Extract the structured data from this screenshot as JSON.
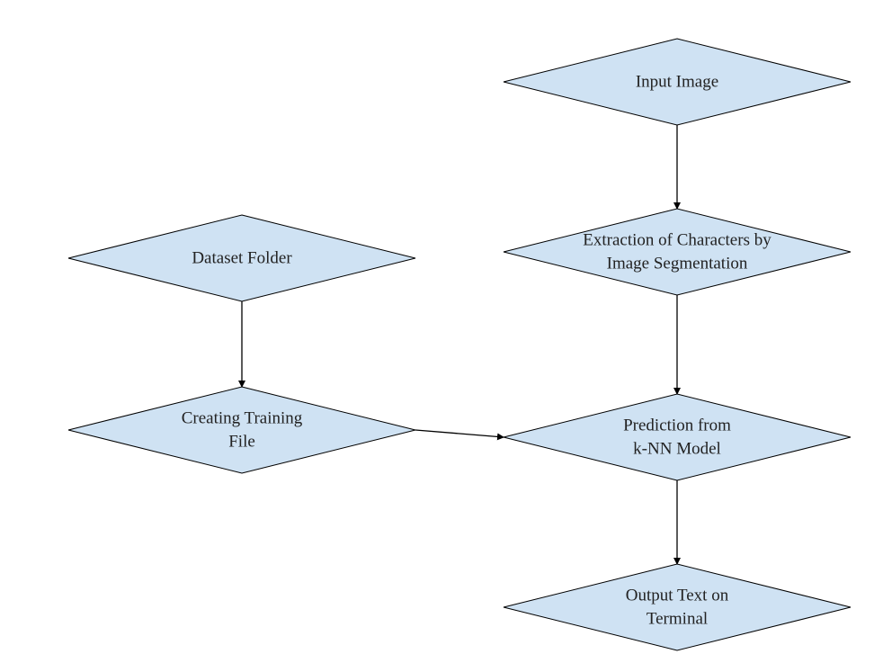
{
  "diagram": {
    "nodes": [
      {
        "id": "input-image",
        "lines": [
          "Input Image"
        ]
      },
      {
        "id": "extraction",
        "lines": [
          "Extraction of Characters by",
          "Image Segmentation"
        ]
      },
      {
        "id": "dataset-folder",
        "lines": [
          "Dataset Folder"
        ]
      },
      {
        "id": "creating-training",
        "lines": [
          "Creating Training",
          "File"
        ]
      },
      {
        "id": "prediction",
        "lines": [
          "Prediction from",
          "k-NN Model"
        ]
      },
      {
        "id": "output-text",
        "lines": [
          "Output Text on",
          "Terminal"
        ]
      }
    ],
    "edges": [
      {
        "from": "input-image",
        "to": "extraction"
      },
      {
        "from": "dataset-folder",
        "to": "creating-training"
      },
      {
        "from": "creating-training",
        "to": "prediction"
      },
      {
        "from": "extraction",
        "to": "prediction"
      },
      {
        "from": "prediction",
        "to": "output-text"
      }
    ],
    "colors": {
      "fill": "#cfe2f3",
      "stroke": "#000000",
      "text": "#222222"
    }
  }
}
